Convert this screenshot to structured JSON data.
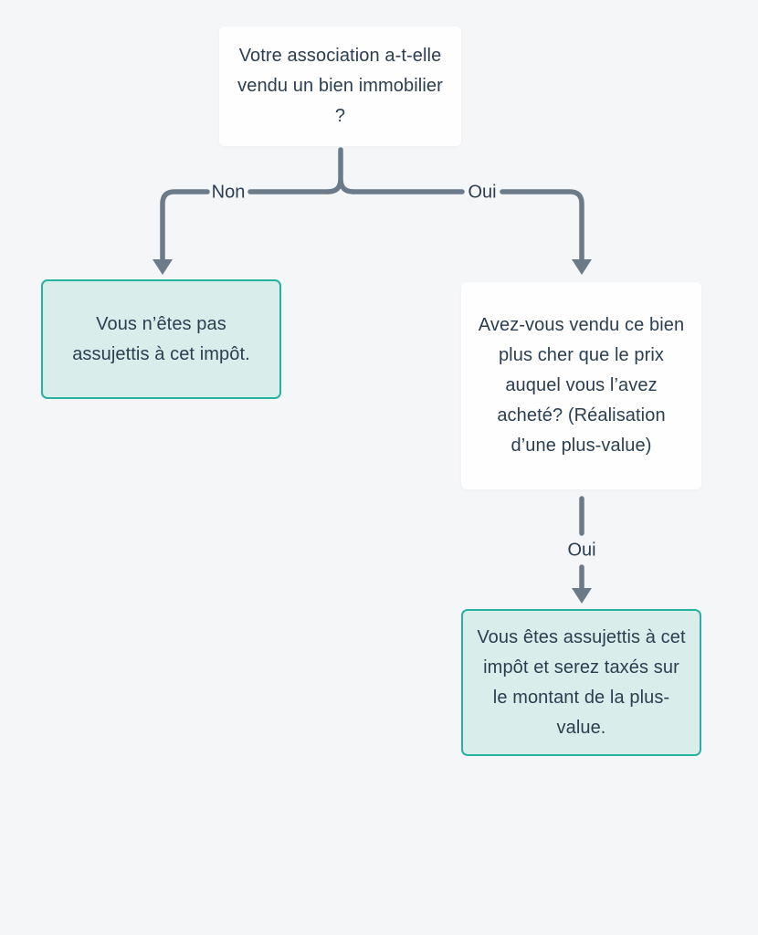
{
  "colors": {
    "page_bg": "#f5f6f8",
    "node_bg_white": "#fefefe",
    "node_bg_teal": "#d9eeea",
    "node_border_teal": "#26b2a2",
    "line_gray": "#6c7b8a",
    "text_navy": "#2b3e51"
  },
  "flowchart": {
    "nodes": {
      "question_sale": {
        "text": "Votre association a-t-elle vendu un bien immobilier ?"
      },
      "result_not_subject": {
        "text": "Vous n’êtes pas assujettis à cet impôt."
      },
      "question_gain": {
        "text": "Avez-vous vendu ce bien plus cher que le prix auquel vous l’avez acheté? (Réalisation d’une plus-value)"
      },
      "result_subject": {
        "text": "Vous êtes assujettis à cet impôt et serez taxés sur le montant de la plus-value."
      }
    },
    "edge_labels": {
      "non": "Non",
      "oui_branch": "Oui",
      "oui_down": "Oui"
    }
  }
}
